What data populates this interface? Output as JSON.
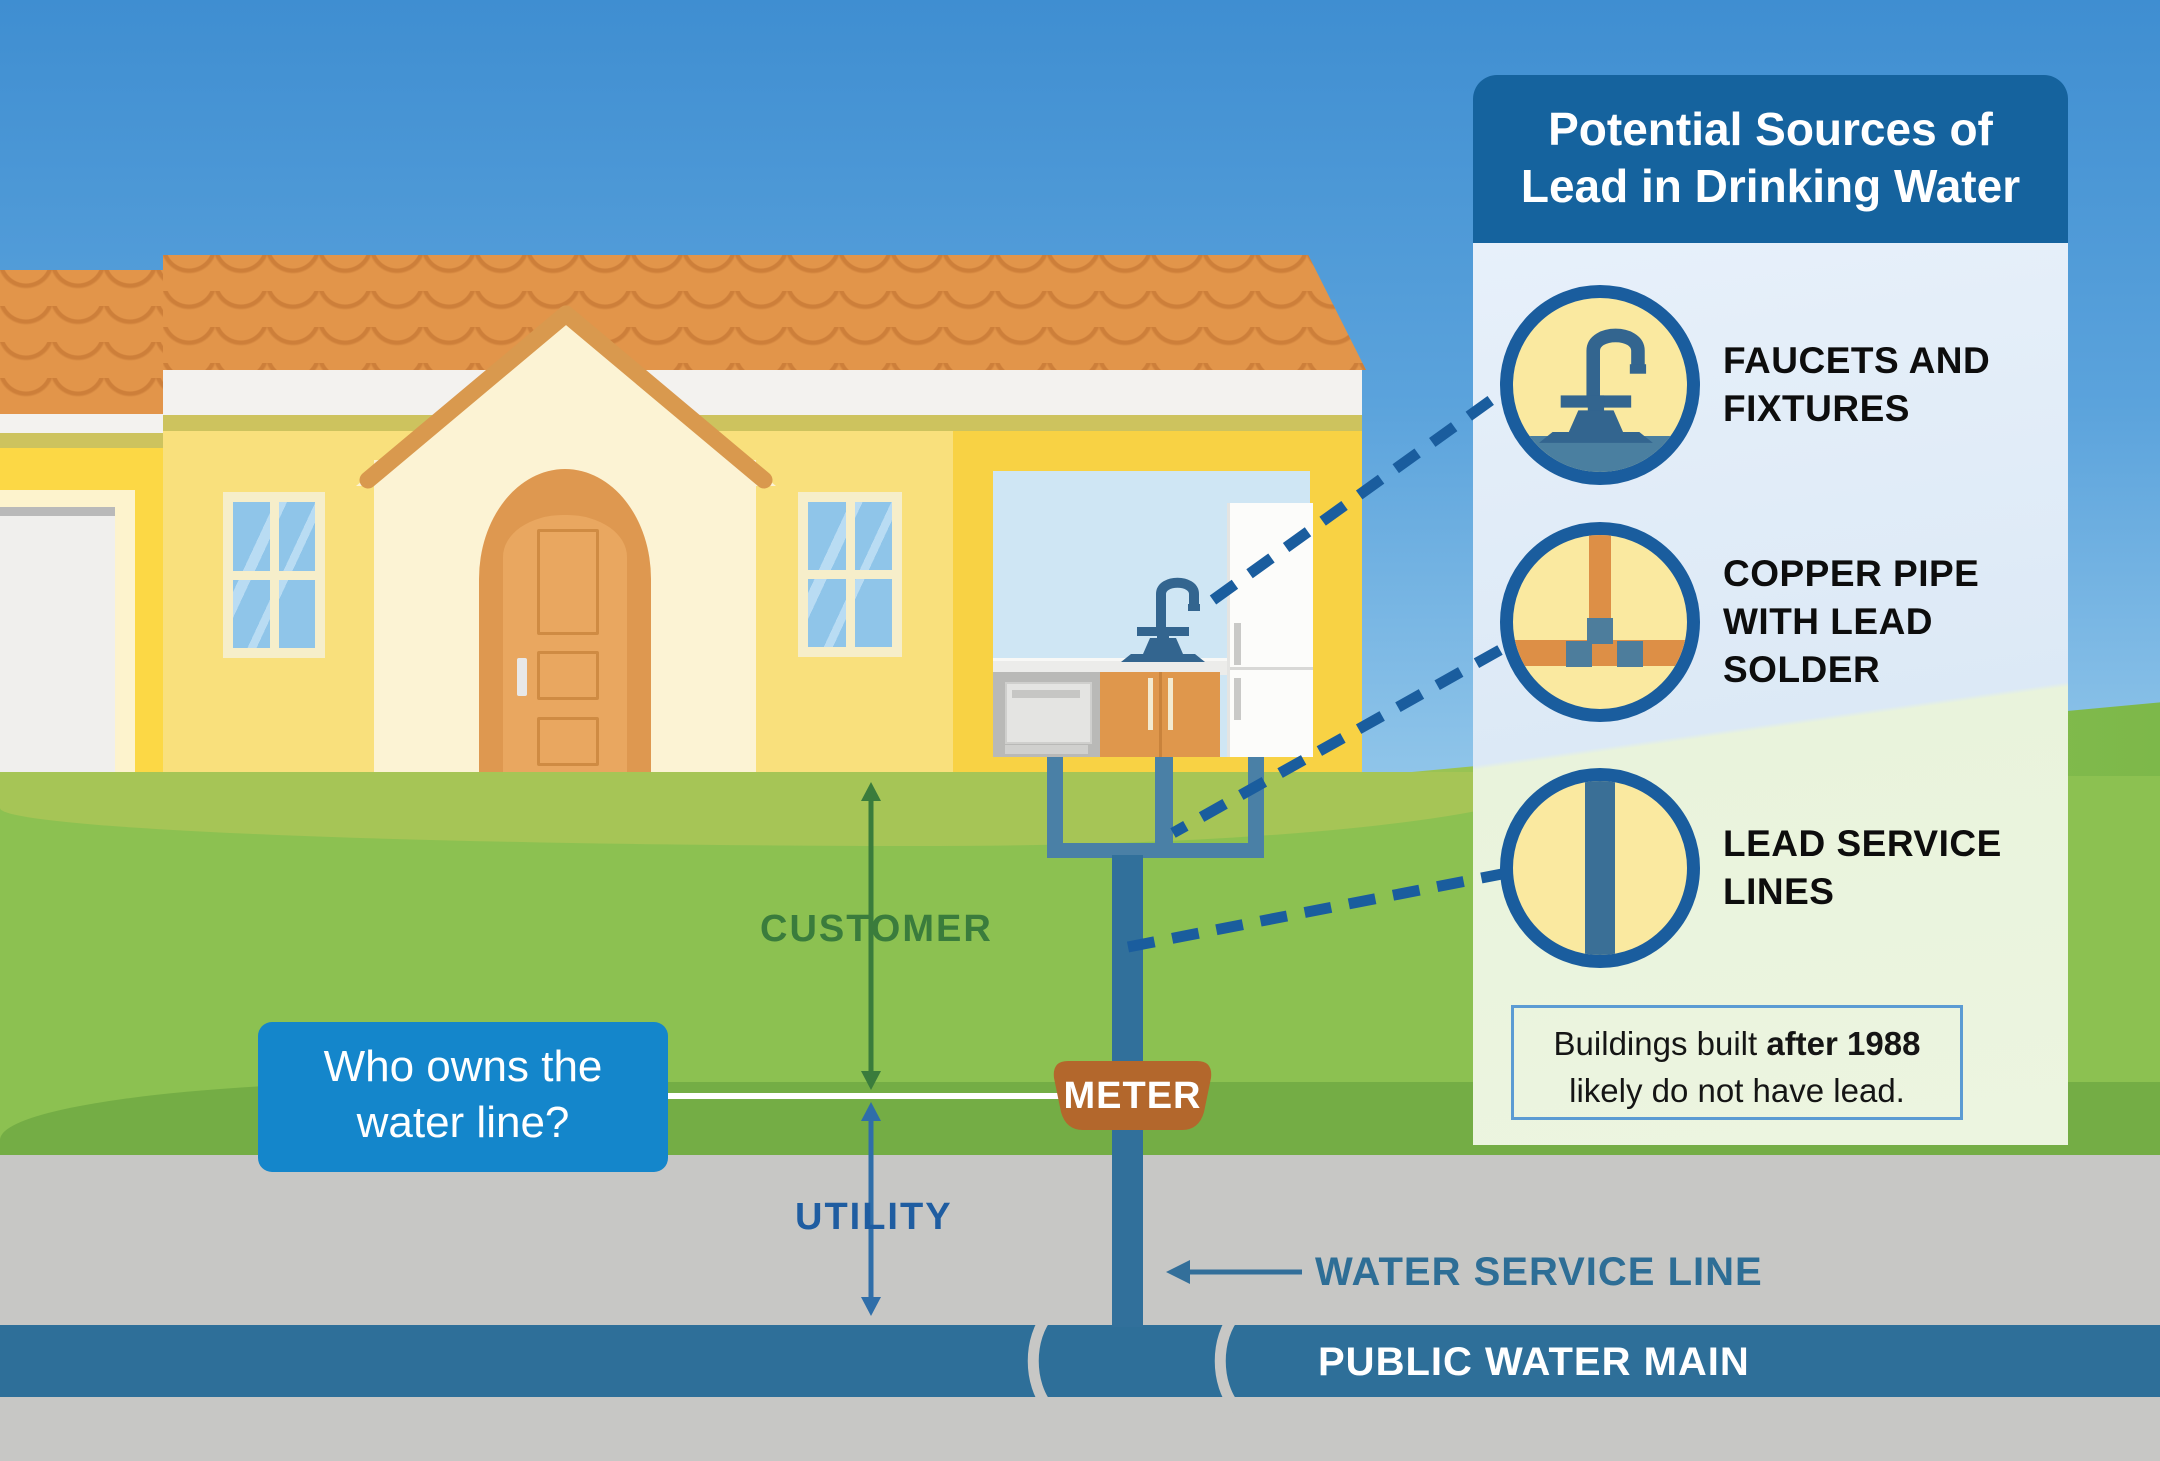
{
  "scene": {
    "question_box": {
      "line1": "Who owns the",
      "line2": "water line?"
    },
    "labels": {
      "customer": "CUSTOMER",
      "utility": "UTILITY",
      "meter": "METER",
      "water_service_line": "WATER SERVICE LINE",
      "public_water_main": "PUBLIC WATER MAIN"
    }
  },
  "panel": {
    "title": {
      "line1": "Potential Sources of",
      "line2": "Lead in Drinking Water"
    },
    "items": [
      {
        "icon": "faucet-icon",
        "line1": "FAUCETS AND",
        "line2": "FIXTURES"
      },
      {
        "icon": "copper-pipe-icon",
        "line1": "COPPER PIPE",
        "line2": "WITH LEAD",
        "line3": "SOLDER"
      },
      {
        "icon": "lead-pipe-icon",
        "line1": "LEAD SERVICE",
        "line2": "LINES"
      }
    ],
    "note": {
      "prefix": "Buildings built ",
      "bold": "after 1988",
      "line2": "likely do not have lead."
    }
  },
  "colors": {
    "header_blue": "#15639e",
    "question_blue": "#1486cb",
    "pipe_blue": "#2e6f99",
    "dashed_blue": "#1a5d9e",
    "customer_green": "#3a7c3c",
    "utility_blue": "#1f5da1",
    "meter_brown": "#b3672c",
    "circle_fill": "#fae9a0",
    "grass_green": "#8cc151",
    "ground_gray": "#c7c7c5"
  }
}
